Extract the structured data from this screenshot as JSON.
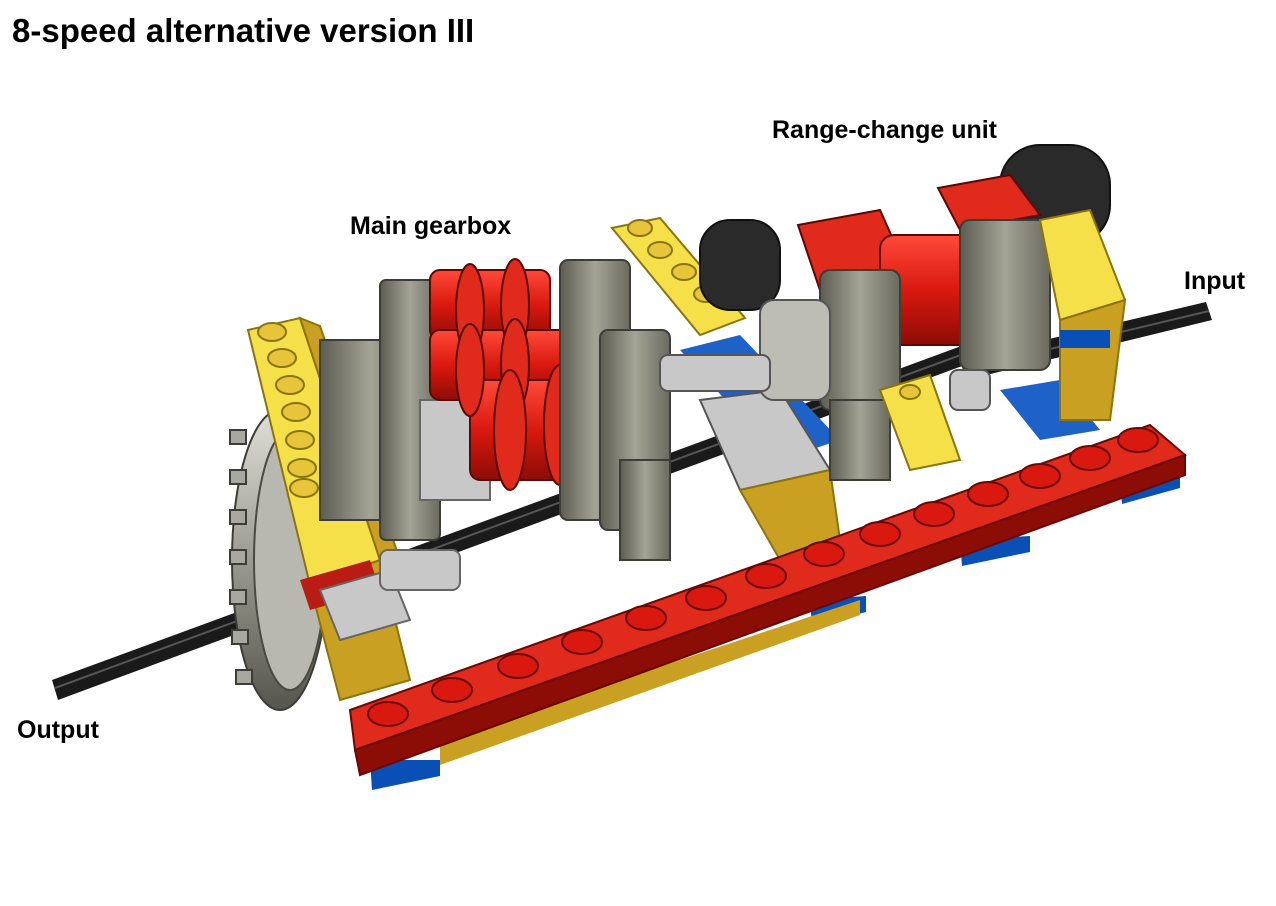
{
  "title": "8-speed alternative version III",
  "labels": {
    "main_gearbox": "Main gearbox",
    "range_change_unit": "Range-change unit",
    "input": "Input",
    "output": "Output"
  },
  "colors": {
    "brick_red": "#d9190f",
    "brick_yellow": "#f5cd2f",
    "beam_blue": "#0a4fb5",
    "gear_gray": "#8a8a7e",
    "axle_black": "#1a1a1a",
    "light_gray": "#c8c8c8"
  }
}
